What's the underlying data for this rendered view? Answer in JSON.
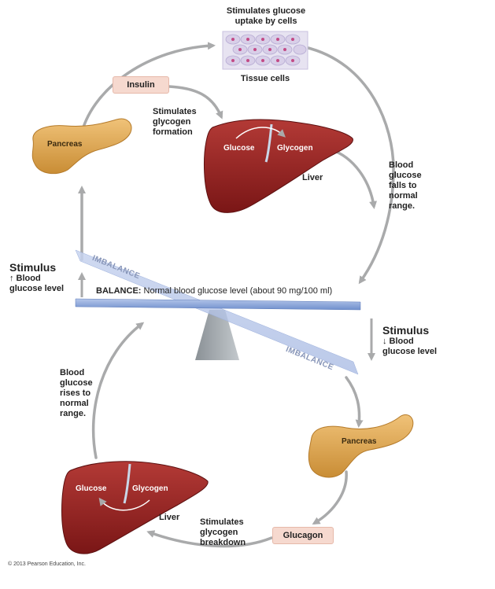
{
  "top": {
    "tissue_caption_1": "Stimulates glucose",
    "tissue_caption_2": "uptake by cells",
    "tissue_label": "Tissue cells",
    "insulin": "Insulin",
    "pancreas": "Pancreas",
    "stim_glycogen_1": "Stimulates",
    "stim_glycogen_2": "glycogen",
    "stim_glycogen_3": "formation",
    "liver_glucose": "Glucose",
    "liver_glycogen": "Glycogen",
    "liver": "Liver",
    "falls_1": "Blood",
    "falls_2": "glucose",
    "falls_3": "falls to",
    "falls_4": "normal",
    "falls_5": "range."
  },
  "middle": {
    "stim_left_title": "Stimulus",
    "stim_left_1": "↑ Blood",
    "stim_left_2": "glucose level",
    "imbalance_top": "IMBALANCE",
    "balance_bold": "BALANCE:",
    "balance_text": "Normal blood glucose level (about 90 mg/100 ml)",
    "stim_right_title": "Stimulus",
    "stim_right_1": "↓ Blood",
    "stim_right_2": "glucose level",
    "imbalance_bottom": "IMBALANCE"
  },
  "bottom": {
    "rises_1": "Blood",
    "rises_2": "glucose",
    "rises_3": "rises to",
    "rises_4": "normal",
    "rises_5": "range.",
    "pancreas": "Pancreas",
    "liver_glucose": "Glucose",
    "liver_glycogen": "Glycogen",
    "liver": "Liver",
    "stim_breakdown_1": "Stimulates",
    "stim_breakdown_2": "glycogen",
    "stim_breakdown_3": "breakdown",
    "glucagon": "Glucagon"
  },
  "copyright": "© 2013 Pearson Education, Inc.",
  "colors": {
    "arrow": "#a9aaab",
    "liver": "#8e1f1f",
    "pancreas": "#d9a24a",
    "beam": "#7f9dd4",
    "pill": "#f6d9cf"
  }
}
